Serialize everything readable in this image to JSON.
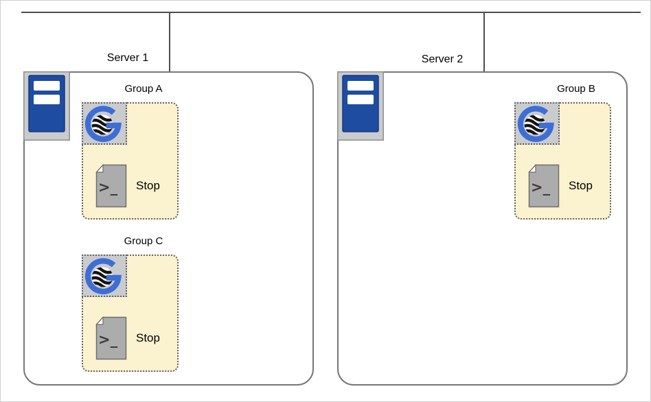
{
  "servers": [
    {
      "label": "Server 1"
    },
    {
      "label": "Server 2"
    }
  ],
  "groups": [
    {
      "label": "Group A",
      "server": "Server 1",
      "logo_icon": "goldengate-logo-icon",
      "action_icon": "script-icon",
      "action_label": "Stop"
    },
    {
      "label": "Group C",
      "server": "Server 1",
      "logo_icon": "goldengate-logo-icon",
      "action_icon": "script-icon",
      "action_label": "Stop"
    },
    {
      "label": "Group B",
      "server": "Server 2",
      "logo_icon": "goldengate-logo-icon",
      "action_icon": "script-icon",
      "action_label": "Stop"
    }
  ],
  "icons": {
    "server": "server-tower-icon",
    "group_logo": "goldengate-logo-icon",
    "action": "script-icon"
  },
  "colors": {
    "group_fill": "#FBF2D0",
    "icon_background": "#CACBCD",
    "server_blue": "#1E4CA1",
    "logo_blue": "#3D6ED6",
    "connector_line": "#4d4d4d",
    "box_border": "#767676"
  }
}
